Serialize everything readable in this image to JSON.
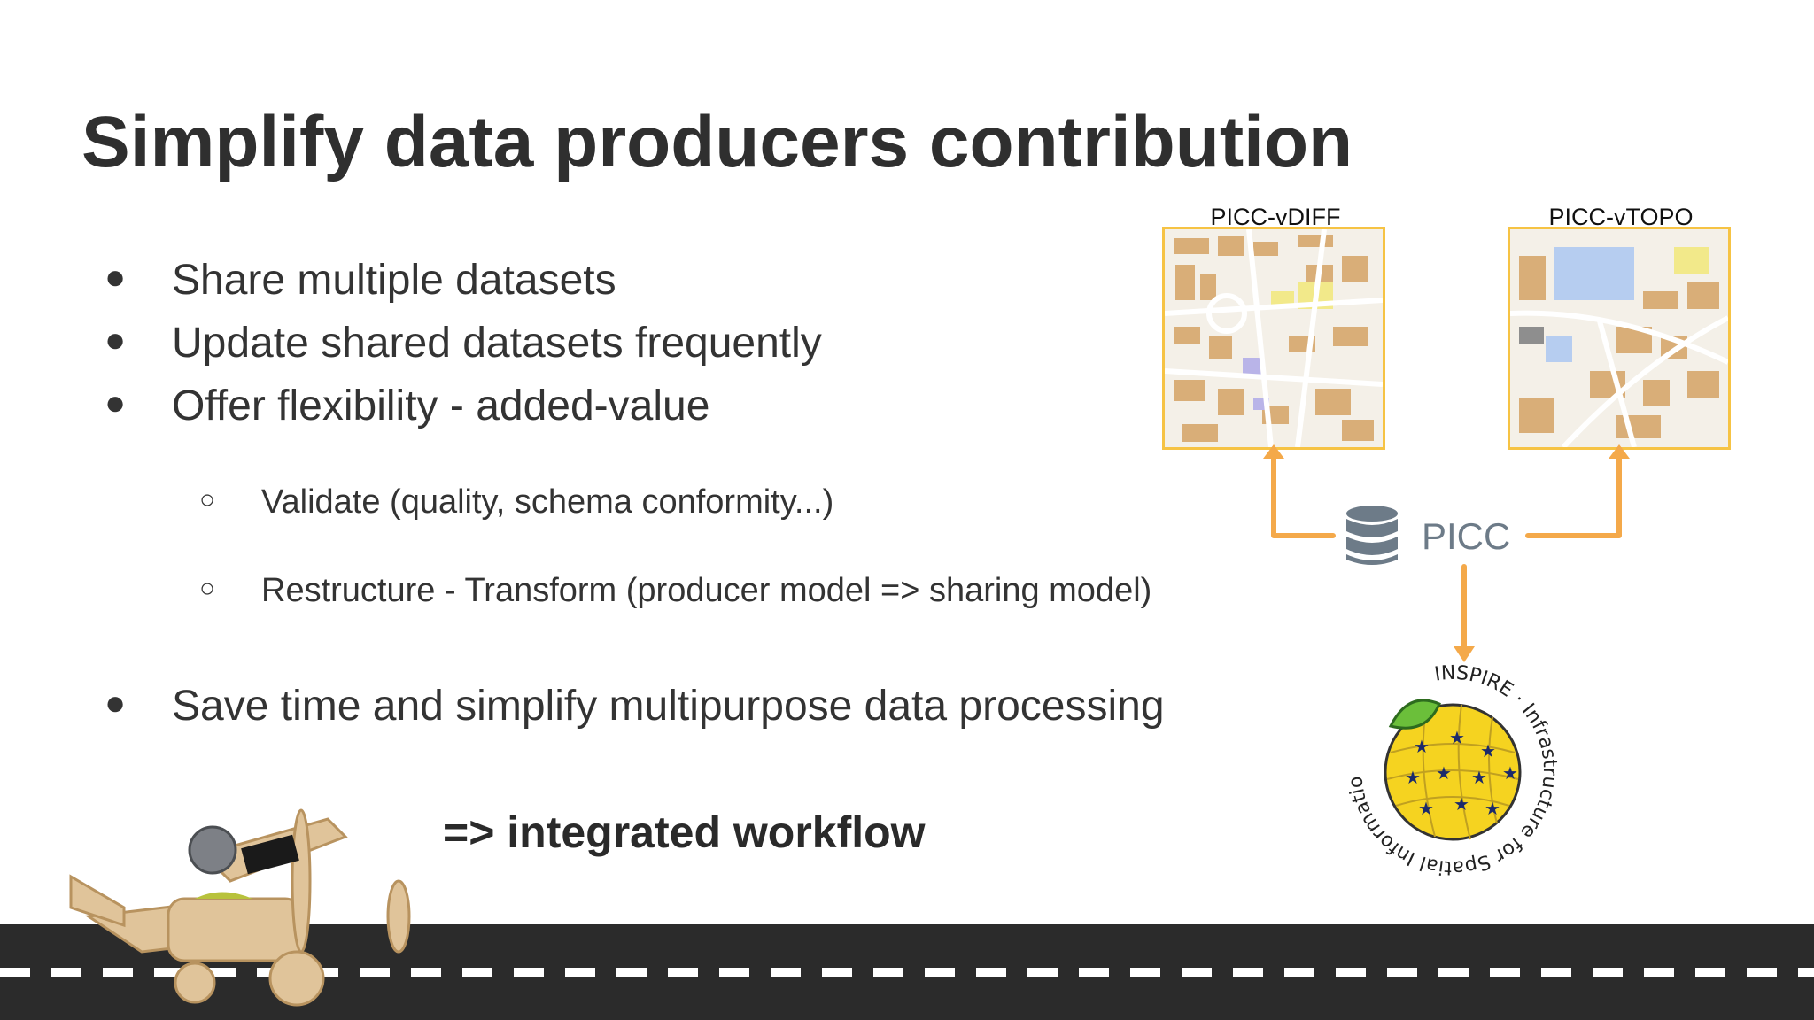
{
  "slide": {
    "title": "Simplify data producers contribution",
    "bullets": [
      "Share multiple datasets",
      "Update shared datasets frequently",
      "Offer flexibility - added-value"
    ],
    "sub_bullets": [
      "Validate (quality, schema conformity...)",
      "Restructure - Transform (producer model => sharing model)"
    ],
    "last_bullet": "Save time and simplify multipurpose data processing",
    "workflow": "=> integrated workflow",
    "bullet_glyph": "●",
    "sub_bullet_glyph": "○"
  },
  "diagram": {
    "map_left_label": "PICC-vDIFF",
    "map_right_label": "PICC-vTOPO",
    "center_label": "PICC",
    "center_icon": "database-icon",
    "arrow_color": "#f4a94a",
    "map_border_color": "#f6c344"
  },
  "logo": {
    "name": "INSPIRE",
    "ring_text": "INSPIRE · Infrastructure for Spatial Information in Europe"
  },
  "decor": {
    "road_color": "#2b2b2b",
    "illustration": "wooden-biplane-icon"
  }
}
